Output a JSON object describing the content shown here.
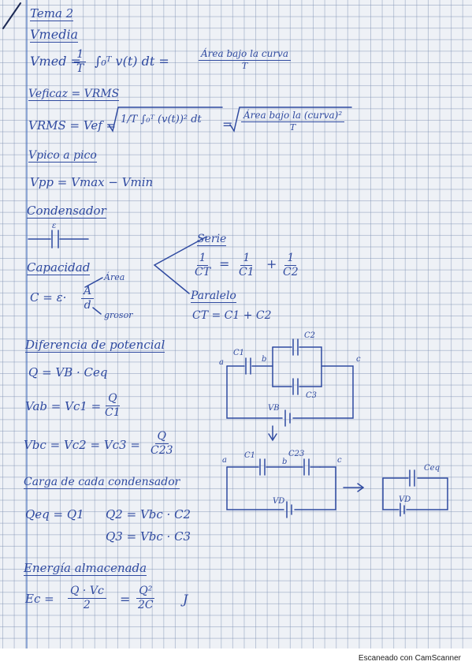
{
  "page": {
    "title": "Tema 2",
    "footer": "Escaneado con CamScanner"
  },
  "vmedia": {
    "heading": "Vmedia",
    "lhs": "Vmed =",
    "frac_num": "1",
    "frac_den": "T",
    "integral": "∫₀ᵀ v(t) dt =",
    "rhs_num": "Área bajo la curva",
    "rhs_den": "T"
  },
  "vrms": {
    "heading": "Veficaz = VRMS",
    "lhs": "VRMS = Vef =",
    "root1": "1/T ∫₀ᵀ (v(t))² dt",
    "eq": "=",
    "root2_num": "Área bajo la (curva)²",
    "root2_den": "T"
  },
  "vpp": {
    "heading": "Vpico a pico",
    "formula": "Vpp = Vmax − Vmin"
  },
  "condensador": {
    "heading": "Condensador",
    "plate_label": "ε",
    "capacidad": "Capacidad",
    "formula_lhs": "C = ε·",
    "frac_num": "A",
    "frac_den": "d",
    "area_label": "Área",
    "grosor_label": "grosor",
    "serie_label": "Serie",
    "serie_formula_lhs_num": "1",
    "serie_formula_lhs_den": "CT",
    "serie_t1_num": "1",
    "serie_t1_den": "C1",
    "serie_t2_num": "1",
    "serie_t2_den": "C2",
    "eq": "=",
    "plus": "+",
    "paralelo_label": "Paralelo",
    "paralelo_formula": "CT = C1 + C2"
  },
  "potencial": {
    "heading": "Diferencia de potencial",
    "q_formula": "Q = VB · Ceq",
    "vab_lhs": "Vab = Vc1 =",
    "vab_num": "Q",
    "vab_den": "C1",
    "vbc_lhs": "Vbc = Vc2 = Vc3 =",
    "vbc_num": "Q",
    "vbc_den": "C23"
  },
  "carga": {
    "heading": "Carga de cada condensador",
    "qeq": "Qeq = Q1",
    "q2": "Q2 = Vbc · C2",
    "q3": "Q3 = Vbc · C3"
  },
  "energia": {
    "heading": "Energía almacenada",
    "lhs": "Ec =",
    "num1": "Q · Vc",
    "den1": "2",
    "eq": "=",
    "num2": "Q²",
    "den2": "2C",
    "unit": "J"
  },
  "circuits": {
    "node_a": "a",
    "node_b": "b",
    "node_c": "c",
    "c1": "C1",
    "c2": "C2",
    "c3": "C3",
    "c23": "C23",
    "ceq": "Ceq",
    "vb": "VB",
    "vd": "VD"
  }
}
